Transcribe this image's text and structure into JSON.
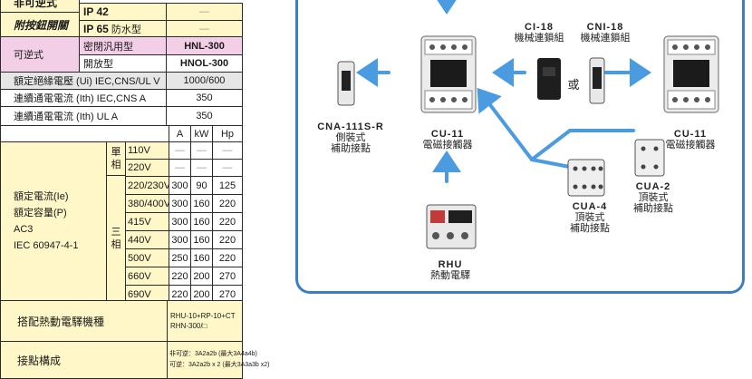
{
  "table": {
    "non_reversible_label": "非可逆式",
    "push_button_label": "附按鈕開關",
    "ip42": "IP 42",
    "ip42_value": "—",
    "ip65": "IP 65",
    "ip65_suffix": "防水型",
    "ip65_value": "—",
    "reversible_label": "可逆式",
    "enclosed_type": "密閉汎用型",
    "enclosed_model": "HNL-300",
    "open_type": "開放型",
    "open_model": "HNOL-300",
    "insulation_label": "額定絕緣電壓 (Ui) IEC,CNS/UL  V",
    "insulation_value": "1000/600",
    "ith_iec_label": "連續通電電流 (Ith) IEC,CNS   A",
    "ith_iec_value": "350",
    "ith_ul_label": "連續通電電流 (Ith) UL            A",
    "ith_ul_value": "350",
    "col_headers": [
      "A",
      "kW",
      "Hp"
    ],
    "rating_labels": [
      "額定電流(Ie)",
      "額定容量(P)",
      "AC3",
      "IEC 60947-4-1"
    ],
    "single_phase": "單相",
    "three_phase": "三相",
    "single_rows": [
      {
        "v": "110V",
        "a": "—",
        "kw": "—",
        "hp": "—"
      },
      {
        "v": "220V",
        "a": "—",
        "kw": "—",
        "hp": "—"
      }
    ],
    "three_rows": [
      {
        "v": "220/230V",
        "a": "300",
        "kw": "90",
        "hp": "125"
      },
      {
        "v": "380/400V",
        "a": "300",
        "kw": "160",
        "hp": "220"
      },
      {
        "v": "415V",
        "a": "300",
        "kw": "160",
        "hp": "220"
      },
      {
        "v": "440V",
        "a": "300",
        "kw": "160",
        "hp": "220"
      },
      {
        "v": "500V",
        "a": "250",
        "kw": "160",
        "hp": "220"
      },
      {
        "v": "660V",
        "a": "220",
        "kw": "200",
        "hp": "270"
      },
      {
        "v": "690V",
        "a": "220",
        "kw": "200",
        "hp": "270"
      }
    ],
    "relay_label": "搭配熱動電驛機種",
    "relay_line1": "RHU-10+RP-10+CT",
    "relay_line2": "RHN-300/□",
    "contact_label": "接點構成",
    "contact_line1": "非可逆：3A2a2b (最大3A4a4b)",
    "contact_line2": "可逆：3A2a2b x 2 (最大3A3a3b x2)"
  },
  "diagram": {
    "ci18_code": "CI-18",
    "ci18_name": "機械連鎖組",
    "cni18_code": "CNI-18",
    "cni18_name": "機械連鎖組",
    "or_text": "或",
    "cna_code": "CNA-111S-R",
    "cna_name1": "側裝式",
    "cna_name2": "補助接點",
    "cu11_left_code": "CU-11",
    "cu11_left_name": "電磁接觸器",
    "cu11_right_code": "CU-11",
    "cu11_right_name": "電磁接觸器",
    "cua4_code": "CUA-4",
    "cua4_name1": "頂裝式",
    "cua4_name2": "補助接點",
    "cua2_code": "CUA-2",
    "cua2_name1": "頂裝式",
    "cua2_name2": "補助接點",
    "rhu_code": "RHU",
    "rhu_name": "熱動電驛",
    "accent_color": "#4a9be0",
    "frame_color": "#3a7fc6"
  }
}
